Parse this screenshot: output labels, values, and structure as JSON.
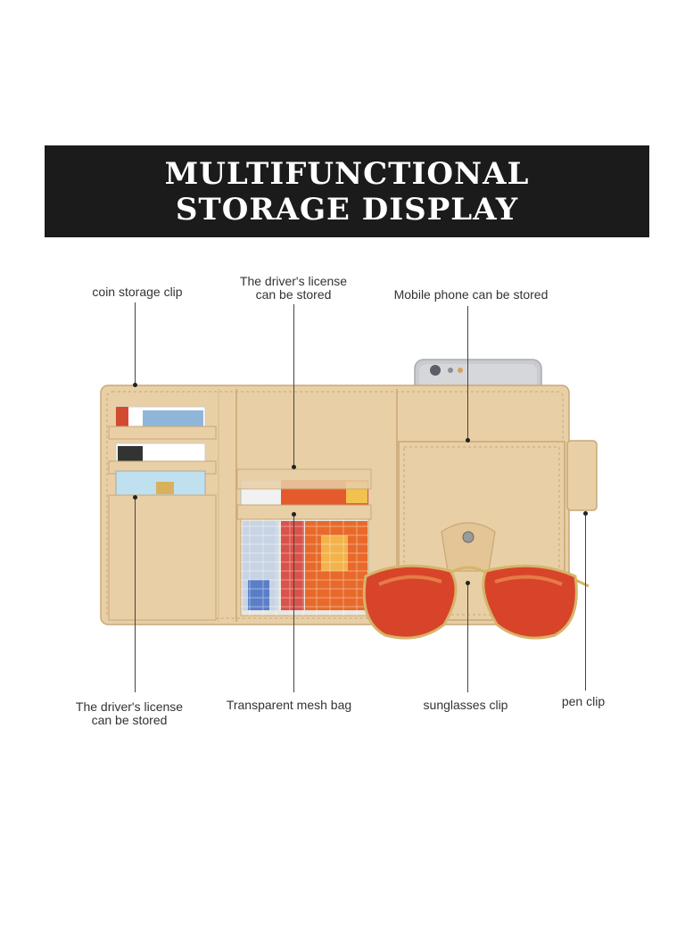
{
  "banner": {
    "line1": "MULTIFUNCTIONAL",
    "line2": "STORAGE DISPLAY"
  },
  "callouts": {
    "coin_clip": "coin storage clip",
    "license_top_1": "The driver's license",
    "license_top_2": "can be stored",
    "phone": "Mobile phone can be stored",
    "license_bottom_1": "The driver's license",
    "license_bottom_2": "can be stored",
    "mesh_bag": "Transparent mesh bag",
    "sunglasses_clip": "sunglasses clip",
    "pen_clip": "pen clip"
  },
  "colors": {
    "banner_bg": "#1b1b1b",
    "leather": "#e8cfa6",
    "leather_shadow": "#d6b888",
    "stitch": "#c9a776",
    "phone": "#c9cbd0",
    "lens": "#d8442a",
    "frame": "#d6b46a"
  }
}
